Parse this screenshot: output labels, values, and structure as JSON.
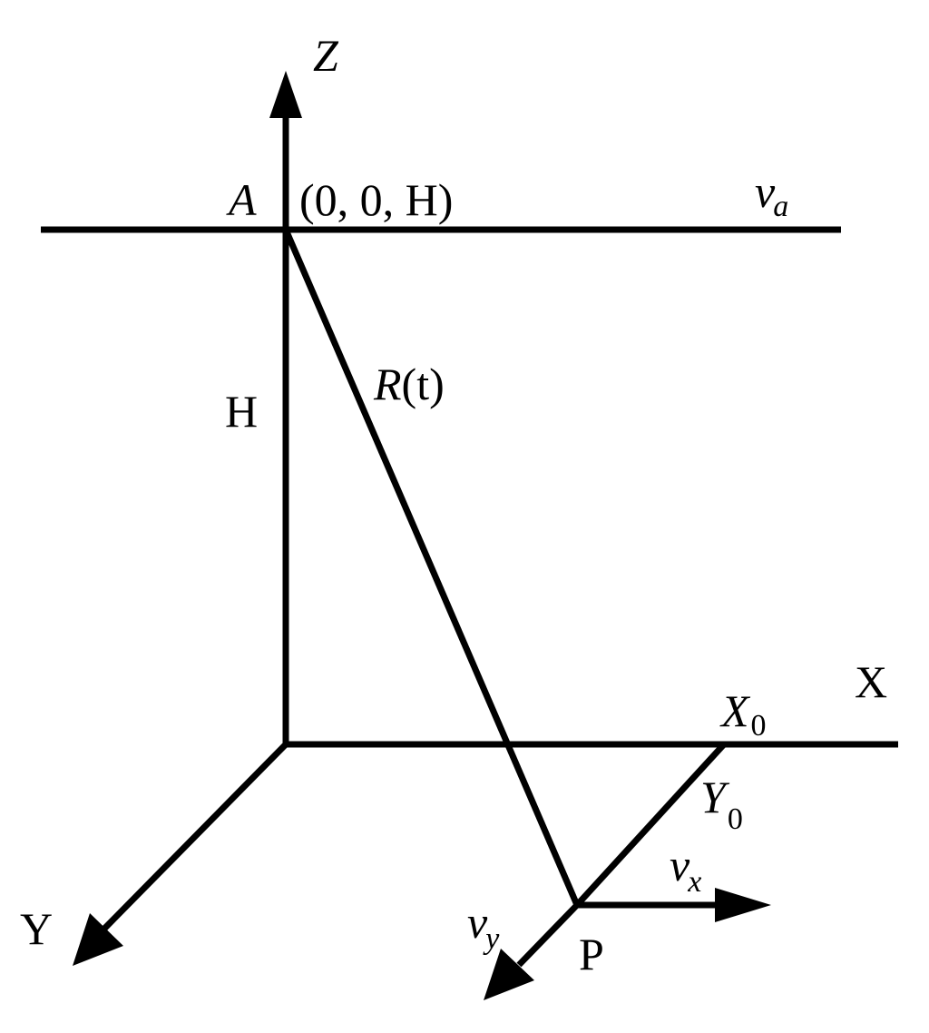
{
  "labels": {
    "z_axis": "Z",
    "x_axis": "X",
    "y_axis": "Y",
    "point_a": "A",
    "coord_a": "(0, 0, H)",
    "height": "H",
    "range_r": "R",
    "range_t": "(t)",
    "v": "v",
    "sub_a": "a",
    "sub_x": "x",
    "sub_y": "y",
    "x0_main": "X",
    "x0_sub": "0",
    "y0_main": "Y",
    "y0_sub": "0",
    "point_p": "P"
  },
  "colors": {
    "stroke": "#000000",
    "background": "#ffffff"
  }
}
